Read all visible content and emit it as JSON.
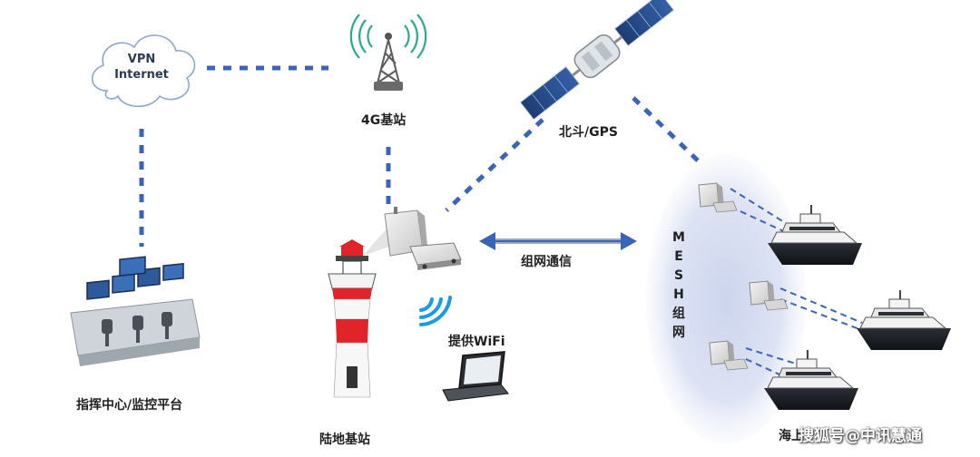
{
  "diagram": {
    "cloud": {
      "line1": "VPN",
      "line2": "Internet"
    },
    "labels": {
      "tower_4g": "4G基站",
      "satellite": "北斗/GPS",
      "mesh_comm": "组网通信",
      "wifi": "提供WiFi",
      "command_center": "指挥中心/监控平台",
      "land_station": "陆地基站",
      "sea": "海上"
    },
    "mesh_label": [
      "M",
      "E",
      "S",
      "H",
      "组",
      "网"
    ],
    "watermark": "搜狐号@中讯慧通",
    "colors": {
      "link": "#3a64b8",
      "mesh_zone": "#c9d2ec",
      "lighthouse_red": "#e0242a",
      "cloud_stroke": "#8da6cf",
      "tower_rings": "#2bab8a"
    }
  }
}
